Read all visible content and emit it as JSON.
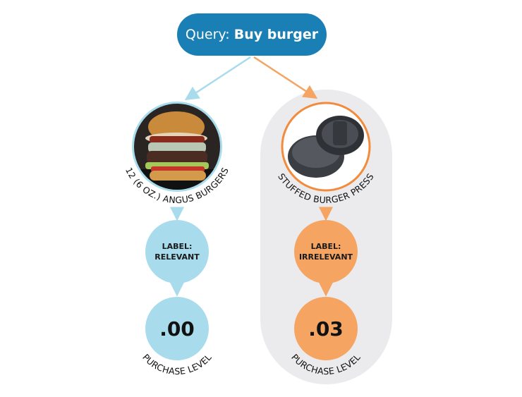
{
  "query": {
    "prefix": "Query:",
    "text": "Buy burger"
  },
  "colors": {
    "blue": "#1a7fb5",
    "light_blue": "#a8dced",
    "orange": "#f5a462",
    "orange_stroke": "#f28b3c",
    "panel": "#ebebed"
  },
  "products": [
    {
      "name": "12 (6 OZ.) ANGUS BURGERS",
      "label_title": "LABEL:",
      "label_value": "RELEVANT",
      "purchase_value": ".00",
      "purchase_caption": "PURCHASE LEVEL"
    },
    {
      "name": "STUFFED BURGER PRESS",
      "label_title": "LABEL:",
      "label_value": "IRRELEVANT",
      "purchase_value": ".03",
      "purchase_caption": "PURCHASE LEVEL"
    }
  ]
}
